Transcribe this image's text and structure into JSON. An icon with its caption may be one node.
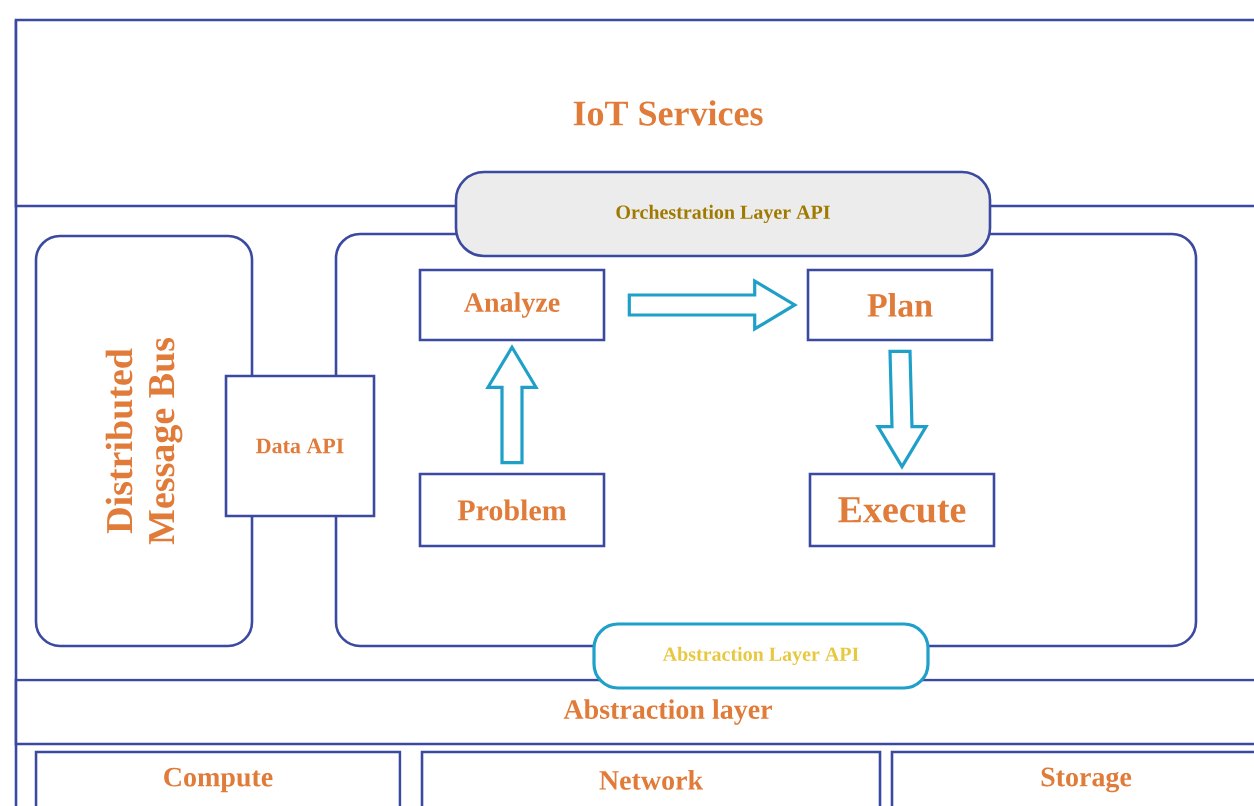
{
  "diagram": {
    "nodes": [
      {
        "text": [
          "IoT  Services"
        ]
      },
      {
        "text": [
          "Distributed Message Bus"
        ]
      },
      {
        "text": [],
        "shape": "box"
      },
      {
        "text": [
          "Orchestration Layer API"
        ]
      },
      {
        "text": [
          "Data API"
        ]
      },
      {
        "text": [
          "Analyze"
        ],
        "in": 2
      },
      {
        "text": [
          "Plan"
        ],
        "in": 2
      },
      {
        "text": [
          "Problem"
        ],
        "in": 2
      },
      {
        "text": [
          "Execute"
        ],
        "in": 2
      },
      {
        "text": [
          "Abstraction Layer API"
        ]
      },
      {
        "text": [
          "Abstraction  layer"
        ]
      },
      {
        "text": [
          "Compute"
        ]
      },
      {
        "text": [
          "Network"
        ]
      },
      {
        "text": [
          "Storage"
        ]
      }
    ],
    "edges": [
      {
        "from": 7,
        "to": 5,
        "arrow": "to"
      },
      {
        "from": 5,
        "to": 6,
        "arrow": "to"
      },
      {
        "from": 6,
        "to": 8,
        "arrow": "to"
      }
    ]
  }
}
